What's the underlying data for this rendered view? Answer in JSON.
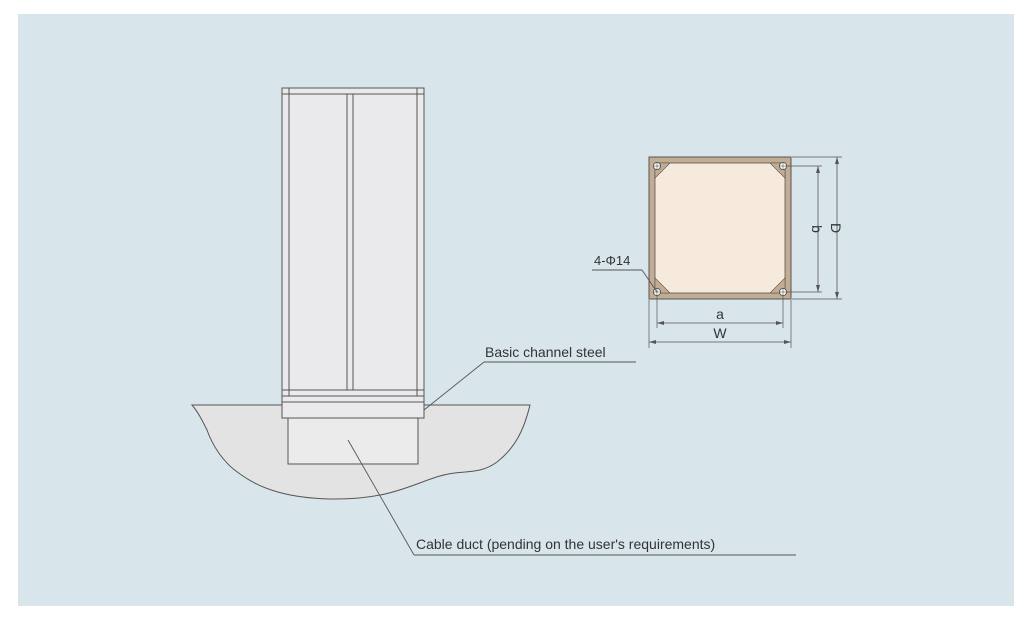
{
  "colors": {
    "page": "#ffffff",
    "panel": "#d8e5eb",
    "line": "#555555",
    "cabinet_fill": "#eaeaec",
    "ground_fill": "#e3e3e3",
    "duct_fill": "#ebebeb",
    "plate_fill": "#f5eadb",
    "plate_frame": "#c3ad92",
    "text": "#333333"
  },
  "labels": {
    "channel_steel": "Basic channel steel",
    "cable_duct": "Cable duct (pending on the user's requirements)",
    "holes": "4-Φ14",
    "dim_a": "a",
    "dim_w": "W",
    "dim_b": "b",
    "dim_d": "D"
  }
}
